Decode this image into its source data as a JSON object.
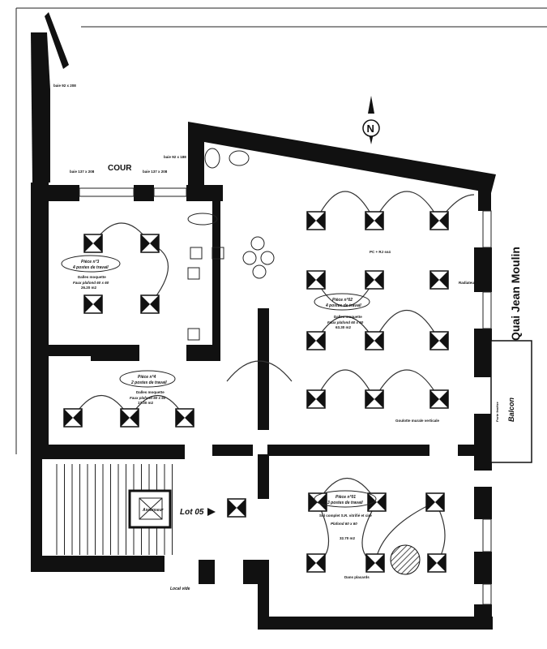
{
  "plan": {
    "courtyard_label": "COUR",
    "north_label": "N",
    "street_label": "Quai Jean Moulin",
    "balcony_label": "Balcon",
    "lot_label": "Lot 05",
    "elevator_label": "Ascenseur",
    "local_label": "Local vide",
    "rooms": [
      {
        "name": "Pièce n°3",
        "desc": "4 postes de travail",
        "floor": "Dalles moquette",
        "ceiling": "Faux plafond 60 x 60",
        "area": "26.20 m2"
      },
      {
        "name": "Pièce n°4",
        "desc": "2 postes de travail",
        "floor": "Dalles moquette",
        "ceiling": "Faux plafond 60 x 60",
        "area": "17.30 m2"
      },
      {
        "name": "Pièce n°02",
        "desc": "4 postes de travail",
        "floor": "Dalles moquette",
        "ceiling": "Faux plafond 60 x 60",
        "area": "63.30 m2"
      },
      {
        "name": "Pièce n°01",
        "desc": "3 postes de travail",
        "floor": "Sol complet S.R. vitrifié et ciré",
        "ceiling": "Plafond 60 x 60",
        "area": "32.70 m2"
      }
    ],
    "annotations": {
      "socket": "PC + RJ ss4",
      "duct": "Goulotte murale verticale",
      "window_1": "baie 137 x 208",
      "window_2": "baie 137 x 208",
      "window_3": "baie 92 x 188",
      "window_4": "baie 92 x 208",
      "radiator": "Radiateur",
      "storage": "Dans placards",
      "door_balcony": "Porte fenêtre"
    }
  }
}
